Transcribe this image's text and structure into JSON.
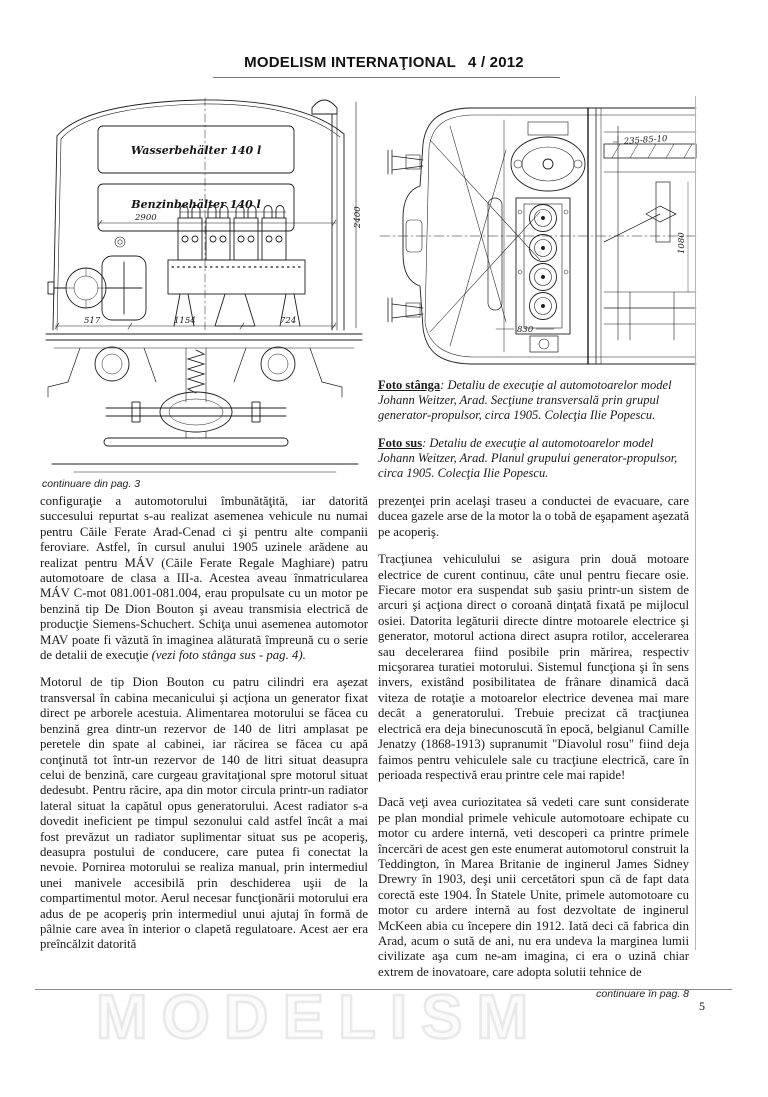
{
  "header": {
    "title": "MODELISM INTERNAŢIONAL",
    "issue": "4 / 2012"
  },
  "colors": {
    "page_bg": "#ffffff",
    "text": "#1a1a1a",
    "rule": "#8a8a8a",
    "watermark_outline": "#e9e9e9"
  },
  "drawings": {
    "left": {
      "label_water_tank": "Wasserbehälter 140 l",
      "label_fuel_tank": "Benzinbehälter 140 l",
      "dim_width": "2900",
      "dim_height": "2400",
      "dim_a": "517",
      "dim_b": "1154",
      "dim_c": "724"
    },
    "right": {
      "dim_top": "235-85-10",
      "dim_side": "1080",
      "dim_bottom": "830"
    }
  },
  "captions": {
    "foto_stanga_label": "Foto stânga",
    "foto_stanga_text": ": Detaliu de execuţie al automotoarelor model Johann Weitzer, Arad. Secţiune transversală prin grupul generator-propulsor, circa 1905. Colecţia Ilie Popescu.",
    "foto_sus_label": "Foto sus",
    "foto_sus_text": ": Detaliu de execuţie al automotoarelor model Johann Weitzer, Arad. Planul grupului generator-propulsor, circa 1905. Colecţia Ilie Popescu."
  },
  "article": {
    "continued_from": "continuare din pag. 3",
    "left_col": {
      "p1_main": "configuraţie a automotorului îmbunătăţită, iar datorită succesului repurtat s-au realizat asemenea vehicule nu numai pentru Căile Ferate Arad-Cenad ci şi pentru alte companii feroviare. Astfel, în cursul anului 1905 uzinele arădene au realizat pentru MÁV (Căile Ferate Regale Maghiare) patru automotoare de clasa a III-a. Acestea aveau înmatricularea MÁV C-mot 081.001-081.004, erau propulsate cu un motor pe benzină tip De Dion Bouton şi aveau transmisia electrică de producţie Siemens-Schuchert. Schiţa unui asemenea automotor MAV poate fi văzută în imaginea alăturată împreună cu o serie de detalii de execuţie ",
      "p1_italic": "(vezi foto stânga sus - pag. 4).",
      "p2": "Motorul de tip Dion Bouton cu patru cilindri era aşezat transversal în cabina mecanicului şi acţiona un generator fixat direct pe arborele acestuia. Alimentarea motorului se făcea cu benzină grea dintr-un rezervor de 140 de litri amplasat pe peretele din spate al cabinei, iar răcirea se făcea cu apă conţinută tot într-un rezervor de 140 de litri situat deasupra celui de benzină, care curgeau gravitaţional spre motorul situat dedesubt. Pentru răcire, apa din motor circula printr-un radiator lateral situat la capătul opus generatorului. Acest radiator s-a dovedit ineficient pe timpul sezonului cald astfel încât a mai fost prevăzut un radiator suplimentar situat sus pe acoperiş, deasupra postului de conducere, care putea fi conectat la nevoie. Pornirea motorului se realiza manual, prin intermediul unei manivele accesibilă prin deschiderea uşii de la compartimentul motor. Aerul necesar funcţionării motorului era adus de pe acoperiş prin intermediul unui ajutaj în formă de pâlnie care avea în interior o clapetă regulatoare. Acest aer era preîncălzit datorită"
    },
    "right_col": {
      "p1": "prezenţei prin acelaşi traseu a conductei de evacuare, care ducea gazele arse de la motor la o tobă de eşapament aşezată pe acoperiş.",
      "p2": "Tracţiunea vehiculului se asigura prin două motoare electrice de curent continuu, câte unul pentru fiecare osie. Fiecare motor era suspendat sub şasiu printr-un sistem de arcuri şi acţiona direct o coroană dinţată fixată pe mijlocul osiei. Datorita legăturii directe dintre motoarele electrice şi generator, motorul actiona direct asupra rotilor, accelerarea sau decelerarea fiind posibile prin mărirea, respectiv micşorarea turatiei motorului. Sistemul funcţiona şi în sens invers, existând posibilitatea de frânare dinamică dacă viteza de rotaţie a motoarelor electrice devenea mai mare decât a generatorului. Trebuie precizat că tracţiunea electrică era deja binecunoscută în epocă, belgianul Camille Jenatzy (1868-1913) supranumit \"Diavolul rosu\" fiind deja faimos pentru vehiculele sale cu tracţiune electrică, care în perioada respectivă erau printre cele mai rapide!",
      "p3": "Dacă veţi avea curiozitatea să vedeti care sunt considerate pe plan mondial primele vehicule automotoare echipate cu motor cu ardere internă, veti descoperi ca printre primele încercări de acest gen este enumerat automotorul construit la Teddington, în Marea Britanie de inginerul James Sidney Drewry în 1903, deşi unii cercetători spun că de fapt data corectă este 1904. În Statele Unite, primele automotoare cu motor cu ardere internă au fost dezvoltate de inginerul McKeen abia cu începere din 1912. Iată deci că fabrica din Arad, acum o sută de ani, nu era undeva la marginea lumii civilizate aşa cum ne-am imagina, ci era o uzină chiar extrem de inovatoare, care adopta solutii tehnice de"
    },
    "continued_in": "continuare în pag. 8"
  },
  "footer": {
    "watermark": "MODELISM",
    "page_number": "5"
  }
}
